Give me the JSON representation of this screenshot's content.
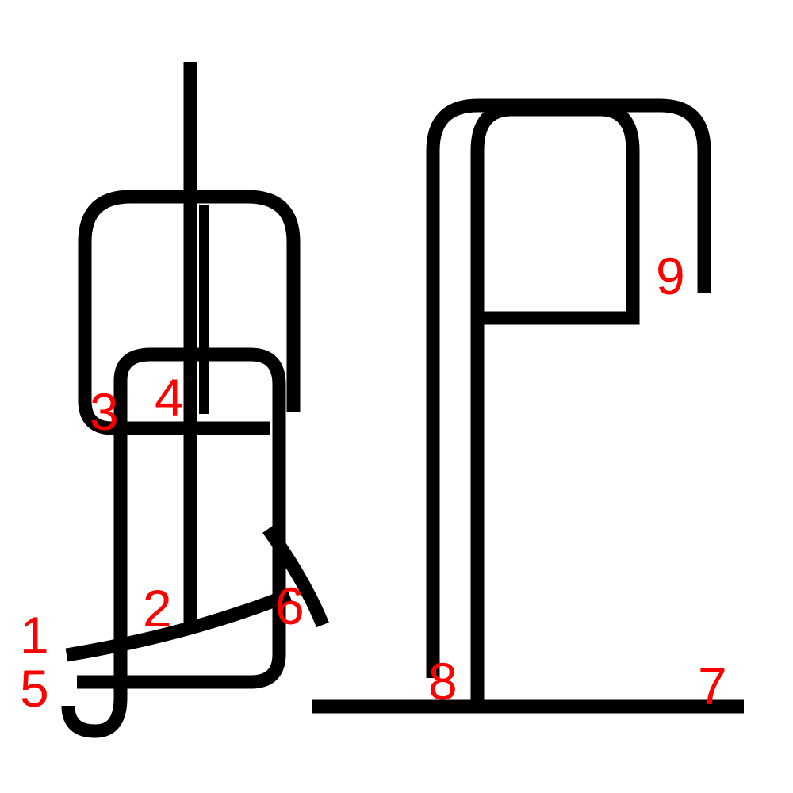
{
  "colors": {
    "background": "#ffffff",
    "stroke": "#000000",
    "label": "#ff0000"
  },
  "labels": {
    "l1": "1",
    "l2": "2",
    "l3": "3",
    "l4": "4",
    "l5": "5",
    "l6": "6",
    "l7": "7",
    "l8": "8",
    "l9": "9"
  }
}
